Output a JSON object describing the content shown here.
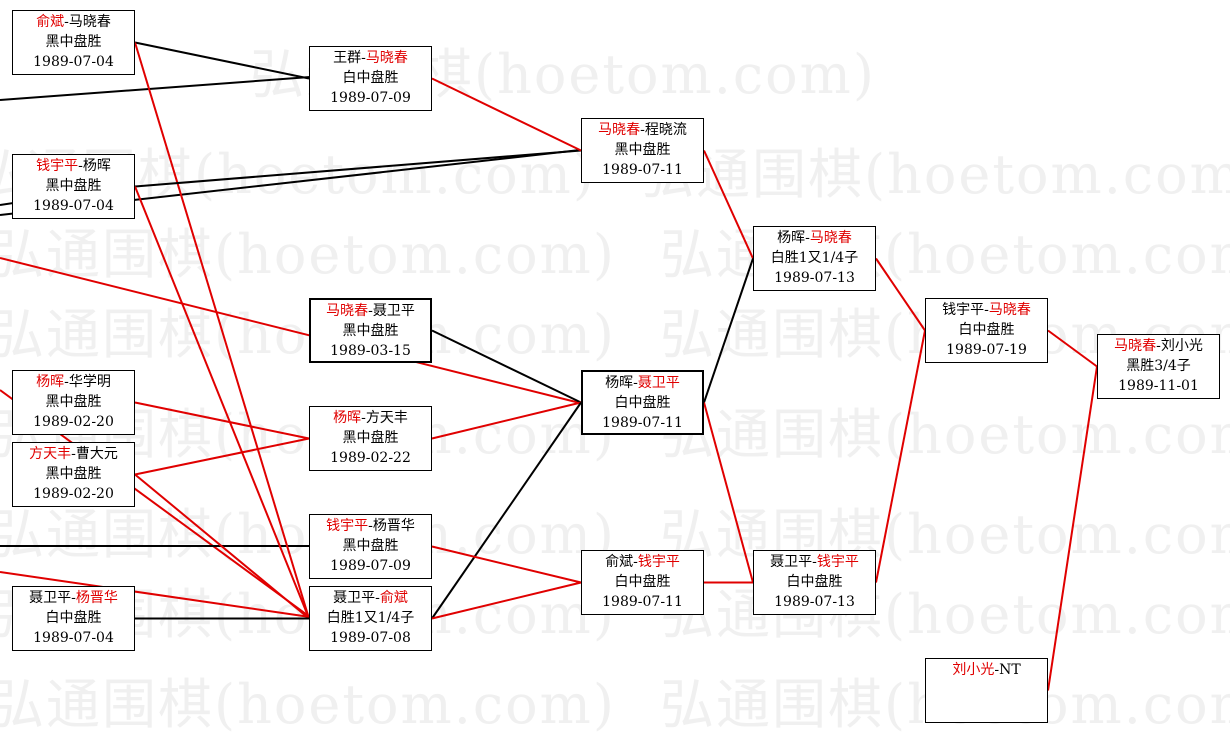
{
  "watermark": "弘通围棋(hoetom.com)",
  "colors": {
    "winner": "#e00000",
    "line_win": "#e00000",
    "line_other": "#000000"
  },
  "nodes": [
    {
      "id": "n1",
      "a": "俞斌",
      "b": "马晓春",
      "winner": "a",
      "result": "黑中盘胜",
      "date": "1989-07-04"
    },
    {
      "id": "n2",
      "a": "钱宇平",
      "b": "杨晖",
      "winner": "a",
      "result": "黑中盘胜",
      "date": "1989-07-04"
    },
    {
      "id": "n3",
      "a": "杨晖",
      "b": "华学明",
      "winner": "a",
      "result": "黑中盘胜",
      "date": "1989-02-20"
    },
    {
      "id": "n4",
      "a": "方天丰",
      "b": "曹大元",
      "winner": "a",
      "result": "黑中盘胜",
      "date": "1989-02-20"
    },
    {
      "id": "n5",
      "a": "聂卫平",
      "b": "杨晋华",
      "winner": "b",
      "result": "白中盘胜",
      "date": "1989-07-04"
    },
    {
      "id": "n6",
      "a": "王群",
      "b": "马晓春",
      "winner": "b",
      "result": "白中盘胜",
      "date": "1989-07-09"
    },
    {
      "id": "n7",
      "a": "马晓春",
      "b": "聂卫平",
      "winner": "a",
      "result": "黑中盘胜",
      "date": "1989-03-15"
    },
    {
      "id": "n8",
      "a": "杨晖",
      "b": "方天丰",
      "winner": "a",
      "result": "黑中盘胜",
      "date": "1989-02-22"
    },
    {
      "id": "n9",
      "a": "钱宇平",
      "b": "杨晋华",
      "winner": "a",
      "result": "黑中盘胜",
      "date": "1989-07-09"
    },
    {
      "id": "n10",
      "a": "聂卫平",
      "b": "俞斌",
      "winner": "b",
      "result": "白胜1又1/4子",
      "date": "1989-07-08"
    },
    {
      "id": "n11",
      "a": "马晓春",
      "b": "程晓流",
      "winner": "a",
      "result": "黑中盘胜",
      "date": "1989-07-11"
    },
    {
      "id": "n12",
      "a": "杨晖",
      "b": "聂卫平",
      "winner": "b",
      "result": "白中盘胜",
      "date": "1989-07-11"
    },
    {
      "id": "n13",
      "a": "俞斌",
      "b": "钱宇平",
      "winner": "b",
      "result": "白中盘胜",
      "date": "1989-07-11"
    },
    {
      "id": "n14",
      "a": "杨晖",
      "b": "马晓春",
      "winner": "b",
      "result": "白胜1又1/4子",
      "date": "1989-07-13"
    },
    {
      "id": "n15",
      "a": "聂卫平",
      "b": "钱宇平",
      "winner": "b",
      "result": "白中盘胜",
      "date": "1989-07-13"
    },
    {
      "id": "n16",
      "a": "钱宇平",
      "b": "马晓春",
      "winner": "b",
      "result": "白中盘胜",
      "date": "1989-07-19"
    },
    {
      "id": "n17",
      "a": "马晓春",
      "b": "刘小光",
      "winner": "a",
      "result": "黑胜3/4子",
      "date": "1989-11-01"
    },
    {
      "id": "n18",
      "a": "刘小光",
      "b": "NT",
      "winner": "a",
      "result": "",
      "date": ""
    }
  ],
  "links": [
    {
      "from": "n1",
      "to": "n6",
      "win": false
    },
    {
      "from": "n1",
      "to": "n10",
      "win": true
    },
    {
      "from": "n2",
      "to": "n11",
      "win": false
    },
    {
      "from": "n2",
      "to": "n10",
      "win": true
    },
    {
      "from": "n3",
      "to": "n8",
      "win": true
    },
    {
      "from": "n4",
      "to": "n8",
      "win": true
    },
    {
      "from": "n4",
      "to": "n10",
      "win": true
    },
    {
      "from": "n5",
      "to": "n10",
      "win": false
    },
    {
      "from": "n6",
      "to": "n11",
      "win": true
    },
    {
      "from": "n7",
      "to": "n12",
      "win": false
    },
    {
      "from": "n8",
      "to": "n12",
      "win": true
    },
    {
      "from": "n10",
      "to": "n12",
      "win": false
    },
    {
      "from": "n9",
      "to": "n13",
      "win": true
    },
    {
      "from": "n10",
      "to": "n13",
      "win": true
    },
    {
      "from": "n11",
      "to": "n14",
      "win": true
    },
    {
      "from": "n12",
      "to": "n14",
      "win": false
    },
    {
      "from": "n12",
      "to": "n15",
      "win": true
    },
    {
      "from": "n13",
      "to": "n15",
      "win": true
    },
    {
      "from": "n14",
      "to": "n16",
      "win": true
    },
    {
      "from": "n15",
      "to": "n16",
      "win": true
    },
    {
      "from": "n16",
      "to": "n17",
      "win": true
    },
    {
      "from": "n18",
      "to": "n17",
      "win": true
    }
  ]
}
